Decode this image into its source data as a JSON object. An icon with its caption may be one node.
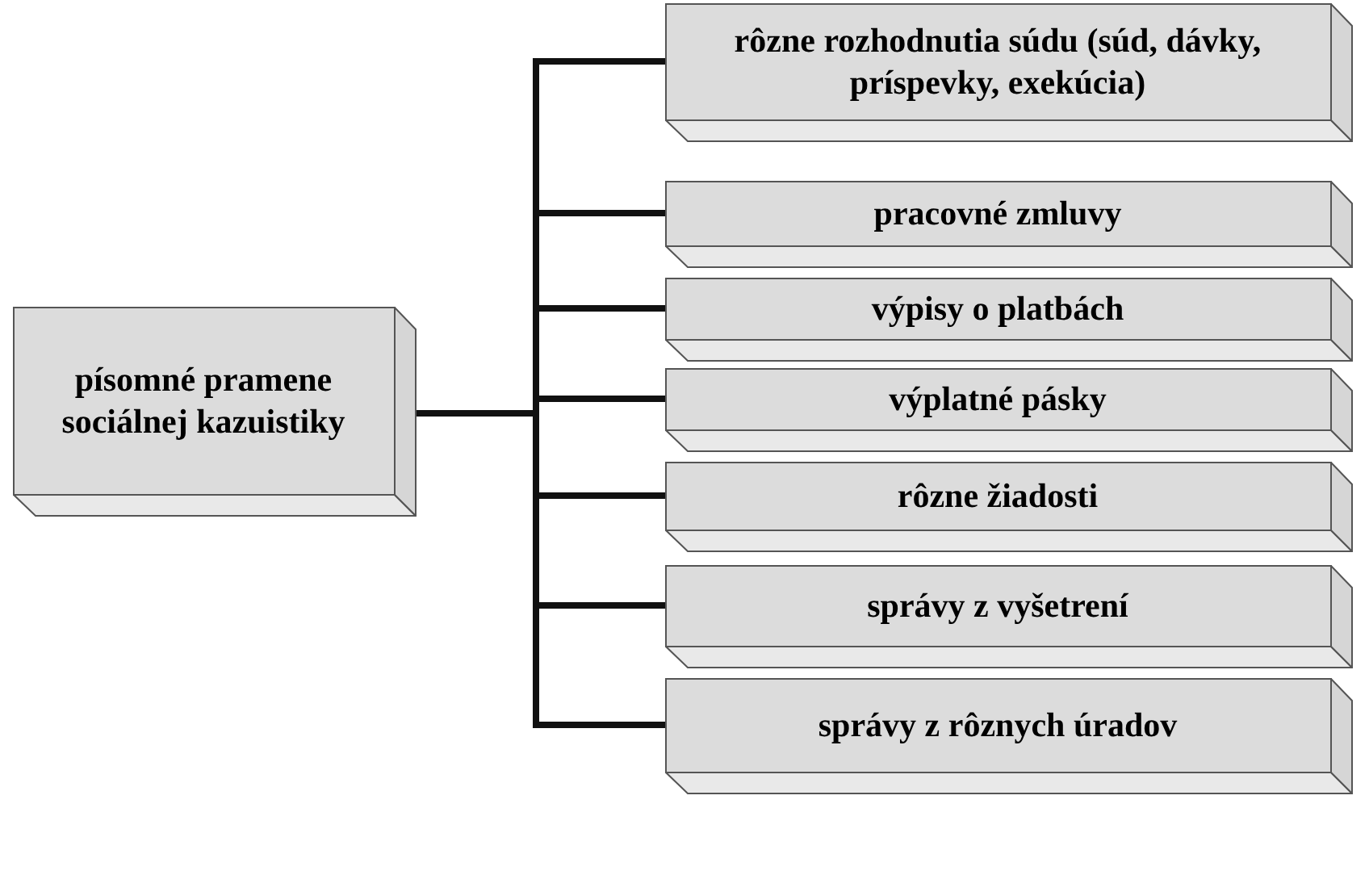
{
  "diagram": {
    "nodes": [
      {
        "text": [
          "písomné pramene sociálnej kazuistiky"
        ]
      },
      {
        "text": [
          "rôzne rozhodnutia súdu (súd, dávky, príspevky, exekúcia)"
        ]
      },
      {
        "text": [
          "pracovné zmluvy"
        ]
      },
      {
        "text": [
          "výpisy o platbách"
        ]
      },
      {
        "text": [
          "výplatné pásky"
        ]
      },
      {
        "text": [
          "rôzne žiadosti"
        ]
      },
      {
        "text": [
          "správy z vyšetrení"
        ]
      },
      {
        "text": [
          "správy z rôznych úradov"
        ]
      }
    ],
    "edges": [
      {
        "from": 0,
        "to": 1,
        "arrow": "none"
      },
      {
        "from": 0,
        "to": 2,
        "arrow": "none"
      },
      {
        "from": 0,
        "to": 3,
        "arrow": "none"
      },
      {
        "from": 0,
        "to": 4,
        "arrow": "none"
      },
      {
        "from": 0,
        "to": 5,
        "arrow": "none"
      },
      {
        "from": 0,
        "to": 6,
        "arrow": "none"
      },
      {
        "from": 0,
        "to": 7,
        "arrow": "none"
      }
    ]
  }
}
